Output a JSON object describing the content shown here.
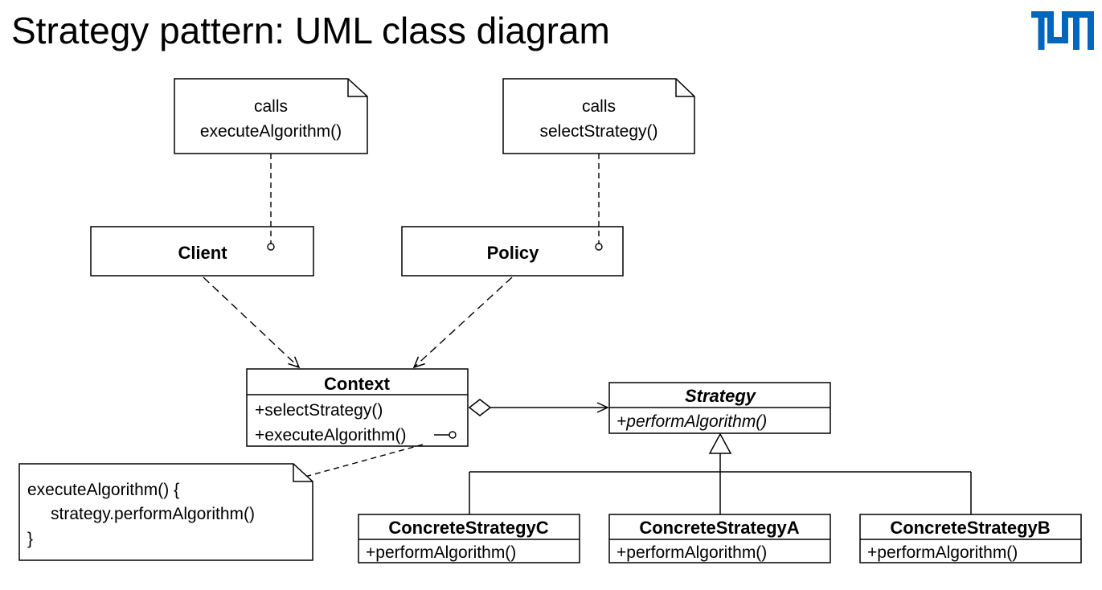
{
  "slide": {
    "title": "Strategy pattern: UML class diagram",
    "logo_icon": "tum-logo"
  },
  "colors": {
    "logo": "#0065bd",
    "ink": "#000000",
    "background": "#ffffff"
  },
  "notes": {
    "client_note": [
      "calls",
      "executeAlgorithm()"
    ],
    "policy_note": [
      "calls",
      "selectStrategy()"
    ],
    "context_note": [
      "executeAlgorithm() {",
      "strategy.performAlgorithm()",
      "}"
    ]
  },
  "classes": {
    "client": {
      "name": "Client"
    },
    "policy": {
      "name": "Policy"
    },
    "context": {
      "name": "Context",
      "operations": [
        "+selectStrategy()",
        "+executeAlgorithm()"
      ]
    },
    "strategy": {
      "name": "Strategy",
      "operations": [
        "+performAlgorithm()"
      ],
      "abstract": true
    },
    "concrete_c": {
      "name": "ConcreteStrategyC",
      "operations": [
        "+performAlgorithm()"
      ]
    },
    "concrete_a": {
      "name": "ConcreteStrategyA",
      "operations": [
        "+performAlgorithm()"
      ]
    },
    "concrete_b": {
      "name": "ConcreteStrategyB",
      "operations": [
        "+performAlgorithm()"
      ]
    }
  },
  "relations": [
    {
      "from": "Client",
      "to": "Context",
      "type": "dependency"
    },
    {
      "from": "Policy",
      "to": "Context",
      "type": "dependency"
    },
    {
      "from": "Context",
      "to": "Strategy",
      "type": "aggregation"
    },
    {
      "from": "ConcreteStrategyA",
      "to": "Strategy",
      "type": "generalization"
    },
    {
      "from": "ConcreteStrategyB",
      "to": "Strategy",
      "type": "generalization"
    },
    {
      "from": "ConcreteStrategyC",
      "to": "Strategy",
      "type": "generalization"
    }
  ]
}
